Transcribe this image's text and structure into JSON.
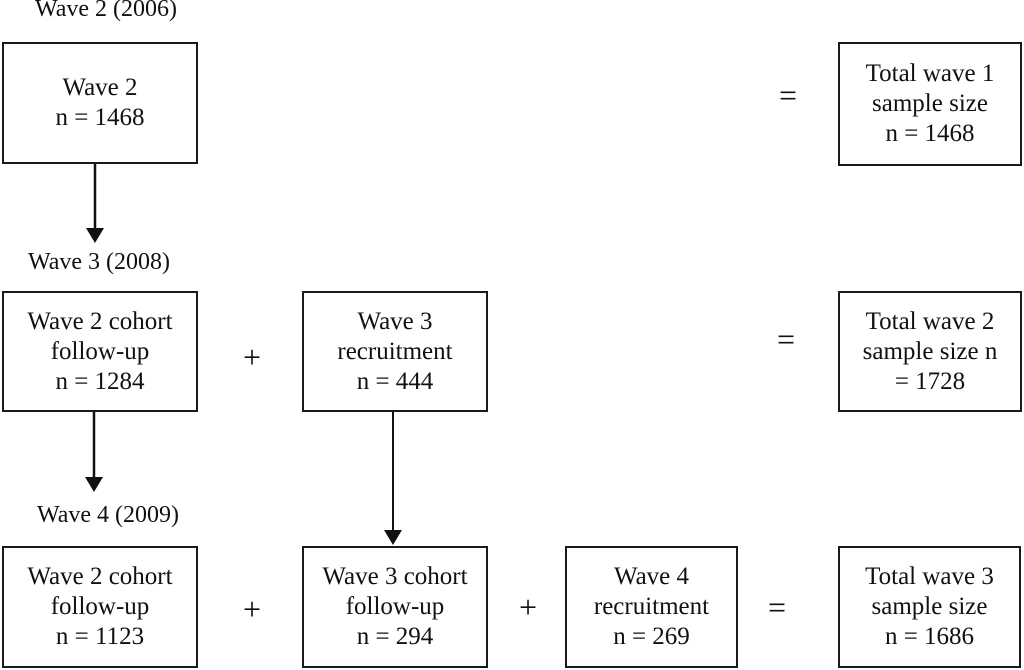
{
  "figure": {
    "stage_labels": {
      "wave2": "Wave 2 (2006)",
      "wave3": "Wave 3 (2008)",
      "wave4": "Wave 4 (2009)"
    },
    "operators": {
      "plus": "+",
      "equals": "="
    },
    "row1": {
      "wave2_box": {
        "lines": [
          "Wave 2",
          "n = 1468"
        ]
      },
      "total_box": {
        "lines": [
          "Total wave 1",
          "sample size",
          "n = 1468"
        ]
      }
    },
    "row2": {
      "followup_box": {
        "lines": [
          "Wave 2 cohort",
          "follow-up",
          "n = 1284"
        ]
      },
      "recruit_box": {
        "lines": [
          "Wave 3",
          "recruitment",
          "n = 444"
        ]
      },
      "total_box": {
        "lines": [
          "Total wave 2",
          "sample size  n",
          "= 1728"
        ]
      }
    },
    "row3": {
      "followup_box": {
        "lines": [
          "Wave 2 cohort",
          "follow-up",
          "n = 1123"
        ]
      },
      "w3_followup_box": {
        "lines": [
          "Wave 3 cohort",
          "follow-up",
          "n = 294"
        ]
      },
      "recruit_box": {
        "lines": [
          "Wave 4",
          "recruitment",
          "n = 269"
        ]
      },
      "total_box": {
        "lines": [
          "Total wave 3",
          "sample size",
          "n = 1686"
        ]
      }
    }
  }
}
